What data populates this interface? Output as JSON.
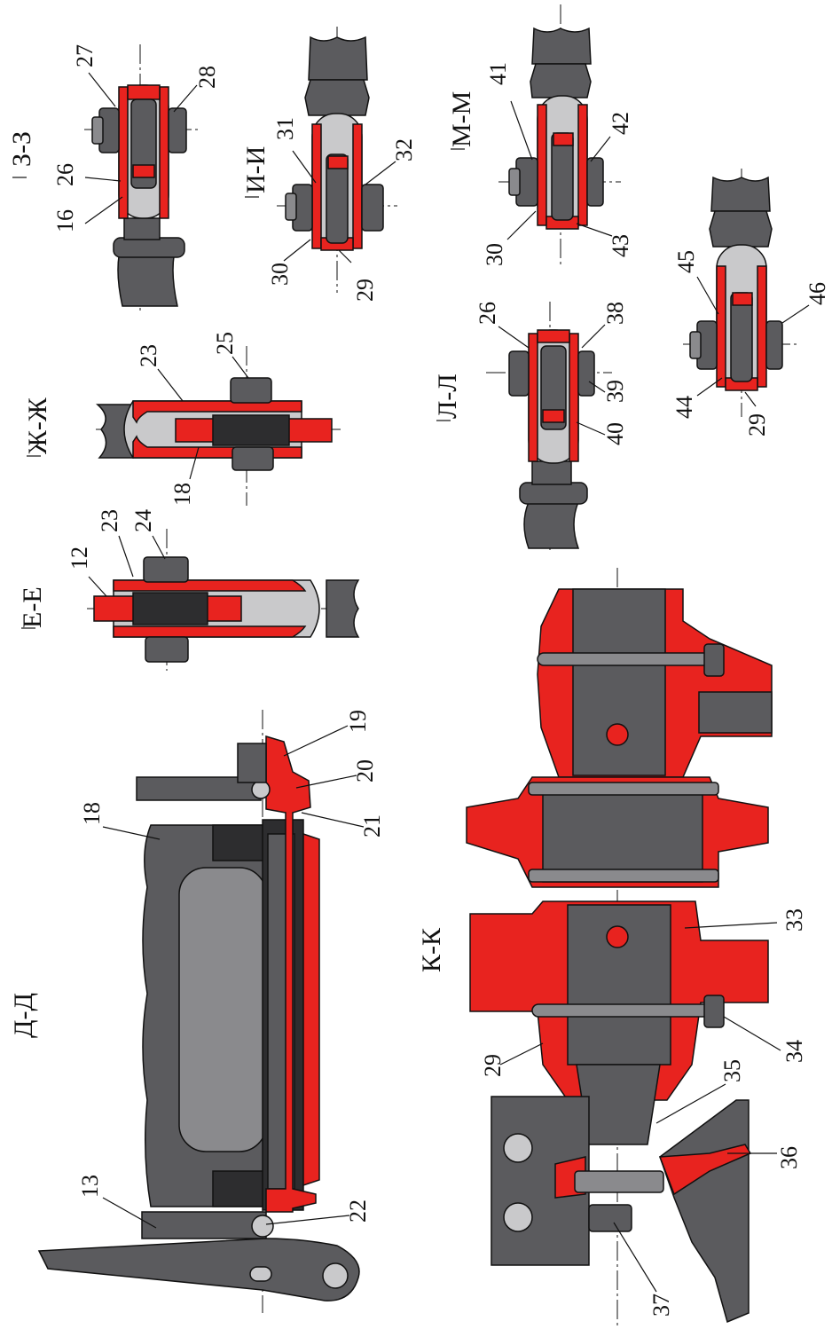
{
  "colors": {
    "cut_section": "#e8231f",
    "steel_dark": "#5b5b5e",
    "steel_mid": "#8a8a8d",
    "steel_light": "#c9c9cb",
    "outline": "#111111",
    "background": "#ffffff"
  },
  "sections": {
    "z": "З-З",
    "i": "И-И",
    "m": "М-М",
    "zh": "Ж-Ж",
    "e": "Е-Е",
    "l": "Л-Л",
    "d": "Д-Д",
    "k": "К-К"
  },
  "callouts": {
    "c12": "12",
    "c13": "13",
    "c16": "16",
    "c18a": "18",
    "c18b": "18",
    "c19": "19",
    "c20": "20",
    "c21": "21",
    "c22": "22",
    "c23a": "23",
    "c23b": "23",
    "c24": "24",
    "c25": "25",
    "c26a": "26",
    "c26b": "26",
    "c27": "27",
    "c28": "28",
    "c29a": "29",
    "c29b": "29",
    "c29c": "29",
    "c30a": "30",
    "c30b": "30",
    "c31": "31",
    "c32": "32",
    "c33": "33",
    "c34": "34",
    "c35": "35",
    "c36": "36",
    "c37": "37",
    "c38": "38",
    "c39": "39",
    "c40": "40",
    "c41": "41",
    "c42": "42",
    "c43": "43",
    "c44": "44",
    "c45": "45",
    "c46": "46"
  }
}
